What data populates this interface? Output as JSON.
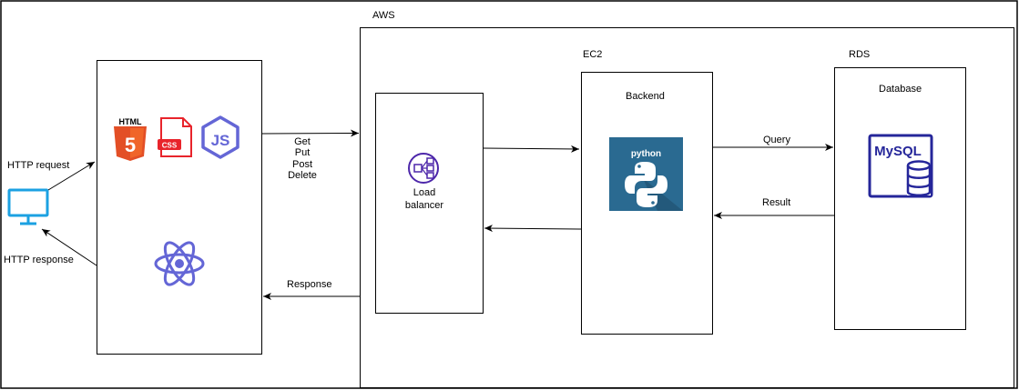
{
  "diagram": {
    "aws_label": "AWS",
    "ec2_label": "EC2",
    "rds_label": "RDS",
    "backend_label": "Backend",
    "database_label": "Database",
    "load_balancer_label_1": "Load",
    "load_balancer_label_2": "balancer",
    "http_request": "HTTP request",
    "http_response": "HTTP response",
    "methods": [
      "Get",
      "Put",
      "Post",
      "Delete"
    ],
    "response": "Response",
    "query": "Query",
    "result": "Result",
    "python_logo_text": "python",
    "mysql_logo_text": "MySQL",
    "html_logo_text": "HTML",
    "html_logo_number": "5",
    "css_logo_text": "CSS",
    "js_logo_text": "JS"
  },
  "colors": {
    "monitor": "#1ba1e2",
    "html_orange": "#e34f26",
    "css_red": "#e8242b",
    "node_purple": "#6466d6",
    "react_purple": "#6466d6",
    "elb_purple": "#4d27aa",
    "python_bg": "#2a6a91",
    "mysql_navy": "#25269a"
  }
}
